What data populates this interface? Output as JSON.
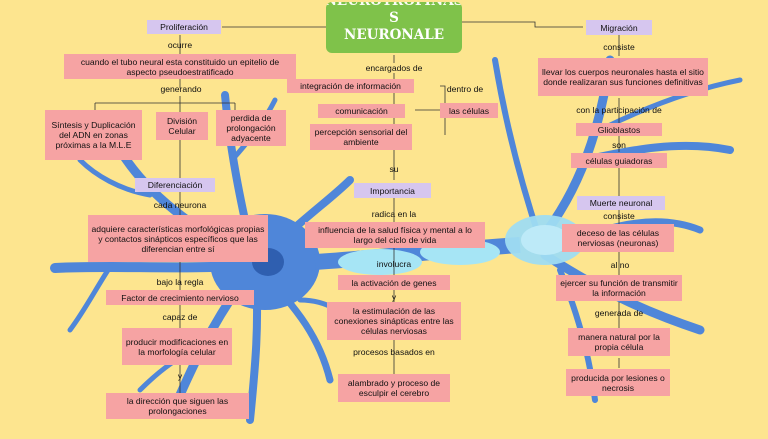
{
  "title": {
    "line1": "NEUROTROFINAS",
    "line2": "S",
    "line3": "NEURONALE"
  },
  "colors": {
    "background": "#fde58f",
    "pink_box": "#f6a3a3",
    "lavender_box": "#d6c6ef",
    "title_box": "#7fc24a",
    "neuron": "#4f86d9"
  },
  "left": {
    "proliferacion": "Proliferación",
    "ocurre": "ocurre",
    "tubo": "cuando el tubo neural esta constituido un epitelio de aspecto pseudoestratificado",
    "generando": "generando",
    "sintesis": "Síntesis y Duplicación del ADN en zonas próximas a la M.L.E",
    "division": "División Celular",
    "perdida": "perdida de prolongación adyacente",
    "diferenciacion": "Diferenciación",
    "cada_neurona": "cada neurona",
    "adquiere": "adquiere características morfológicas propias y contactos sinápticos específicos que las diferencian entre sí",
    "bajo_regla": "bajo la regla",
    "factor": "Factor de crecimiento nervioso",
    "capaz": "capaz de",
    "producir": "producir modificaciones en la morfología celular",
    "y": "y",
    "direccion": "la dirección que siguen las prolongaciones"
  },
  "center": {
    "encargados": "encargados de",
    "integracion": "integración de información",
    "comunicacion": "comunicación",
    "percepcion": "percepción sensorial del ambiente",
    "dentro": "dentro de",
    "celulas": "las células",
    "su": "su",
    "importancia": "Importancia",
    "radica": "radica en la",
    "influencia": "influencia de la salud física y mental a lo largo del ciclo de vida",
    "involucra": "involucra",
    "activacion": "la activación de genes",
    "y": "y",
    "estimulacion": "la estimulación de las conexiones sinápticas entre las células nerviosas",
    "procesos": "procesos basados en",
    "alambrado": "alambrado y proceso de esculpir el cerebro"
  },
  "right": {
    "migracion": "Migración",
    "consiste": "consiste",
    "llevar": "llevar los cuerpos neuronales hasta el sitio donde realizaran sus funciones definitivas",
    "participacion": "con la participación de",
    "glioblastos": "Glioblastos",
    "son": "son",
    "guiadoras": "células guiadoras",
    "muerte": "Muerte neuronal",
    "consiste2": "consiste",
    "deceso": "deceso de las células nerviosas (neuronas)",
    "al_no": "al no",
    "ejercer": "ejercer su función de transmitir la información",
    "generada": "generada de",
    "manera": "manera natural por la propia célula",
    "producida": "producida por lesiones o necrosis"
  }
}
